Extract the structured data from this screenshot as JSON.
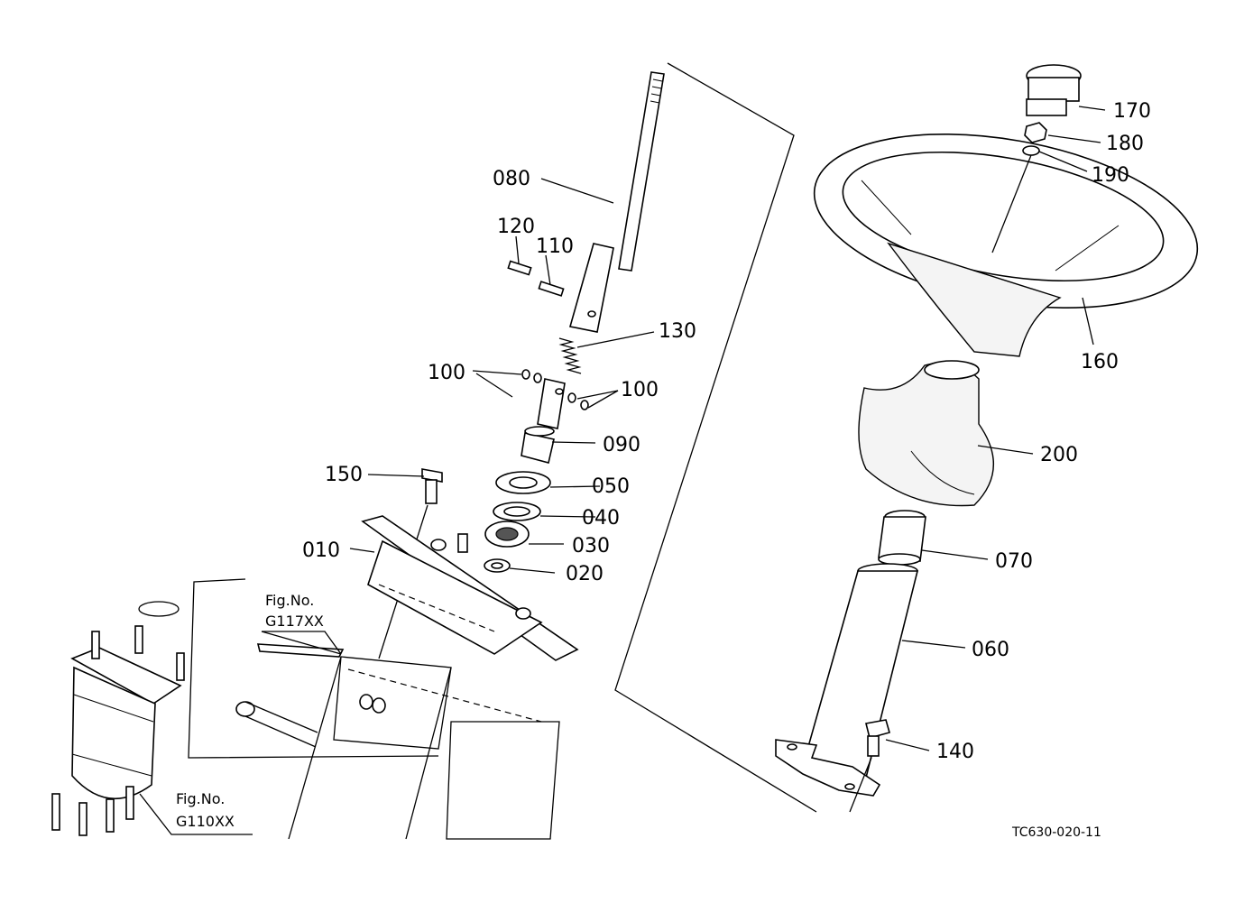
{
  "diagram": {
    "part_labels": [
      "010",
      "020",
      "030",
      "040",
      "050",
      "060",
      "070",
      "080",
      "090",
      "100",
      "100",
      "110",
      "120",
      "130",
      "140",
      "150",
      "160",
      "170",
      "180",
      "190",
      "200"
    ],
    "references": [
      {
        "line1": "Fig.No.",
        "line2": "G117XX"
      },
      {
        "line1": "Fig.No.",
        "line2": "G110XX"
      }
    ],
    "drawing_code": "TC630-020-11"
  }
}
